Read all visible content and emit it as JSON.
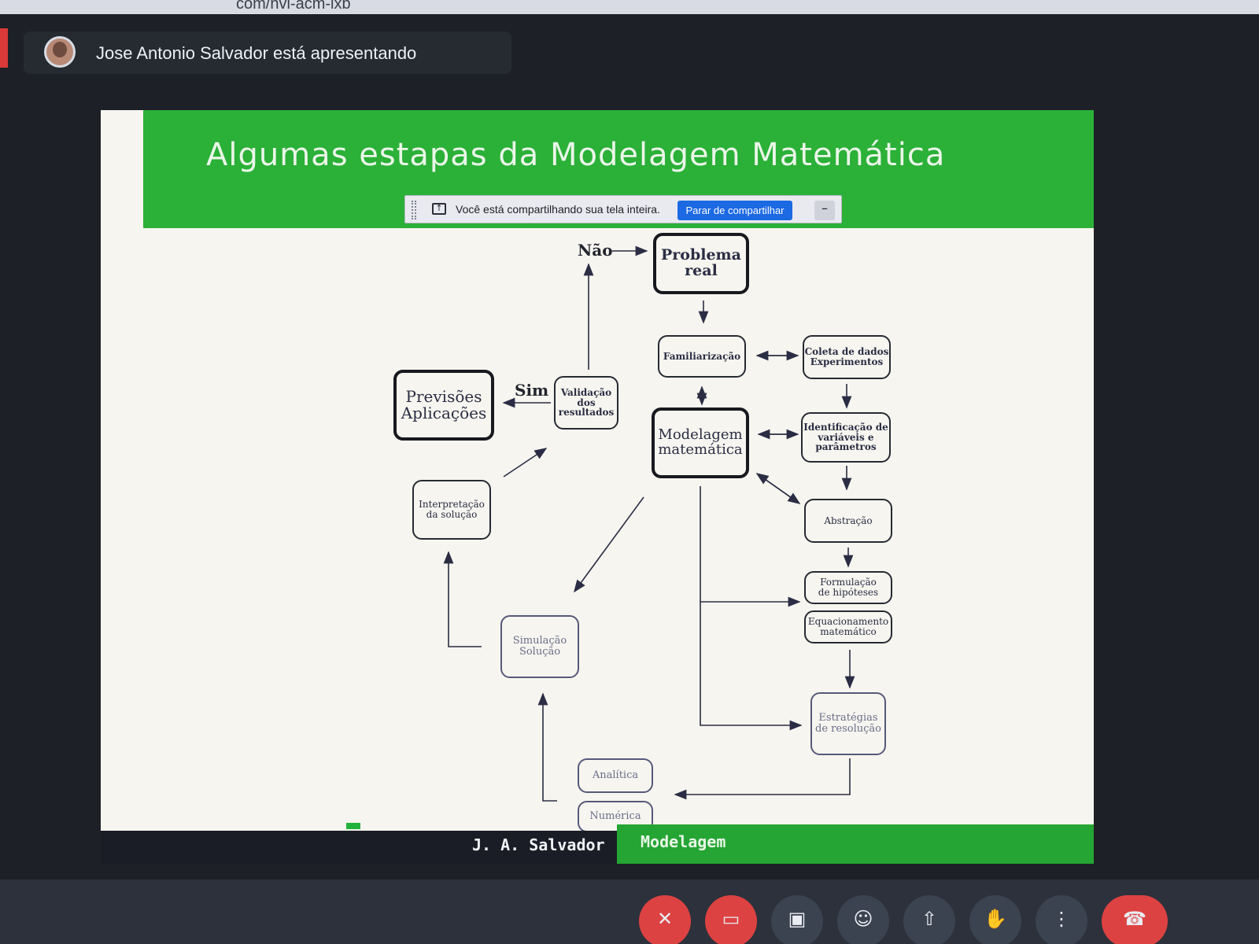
{
  "browser": {
    "url_fragment": "com/nvi-acm-lxb"
  },
  "meet": {
    "presenter_text": "Jose Antonio Salvador está apresentando"
  },
  "screen_share": {
    "message": "Você está compartilhando sua tela inteira.",
    "stop_label": "Parar de compartilhar",
    "minimize_label": "–"
  },
  "slide": {
    "title": "Algumas estapas da Modelagem Matemática",
    "footer_author": "J. A. Salvador",
    "footer_topic": "Modelagem",
    "colors": {
      "header_green": "#2bb038",
      "footer_dark": "#1a1d26"
    }
  },
  "flowchart": {
    "labels": {
      "nao": "Não",
      "sim": "Sim"
    },
    "problema_real": [
      "Problema",
      "real"
    ],
    "familiarizacao": "Familiarização",
    "coleta": [
      "Coleta de dados",
      "Experimentos"
    ],
    "modelagem": [
      "Modelagem",
      "matemática"
    ],
    "identificacao": [
      "Identificação de",
      "variáveis e",
      "parâmetros"
    ],
    "validacao": [
      "Validação",
      "dos",
      "resultados"
    ],
    "previsoes": [
      "Previsões",
      "Aplicações"
    ],
    "interpretacao": [
      "Interpretação",
      "da solução"
    ],
    "abstracao": "Abstração",
    "formulacao": [
      "Formulação",
      "de hipóteses"
    ],
    "equacionamento": [
      "Equacionamento",
      "matemático"
    ],
    "simulacao": [
      "Simulação",
      "Solução"
    ],
    "estrategias": [
      "Estratégias",
      "de resolução"
    ],
    "analitica": "Analítica",
    "numerica": "Numérica"
  },
  "controls": [
    {
      "name": "mic-off",
      "icon": "mic-off-icon"
    },
    {
      "name": "camera-off",
      "icon": "camera-off-icon"
    },
    {
      "name": "captions",
      "icon": "captions-icon"
    },
    {
      "name": "emoji",
      "icon": "emoji-icon"
    },
    {
      "name": "present",
      "icon": "present-icon"
    },
    {
      "name": "raise-hand",
      "icon": "hand-icon"
    },
    {
      "name": "more",
      "icon": "more-icon"
    },
    {
      "name": "leave-call",
      "icon": "hangup-icon"
    }
  ]
}
